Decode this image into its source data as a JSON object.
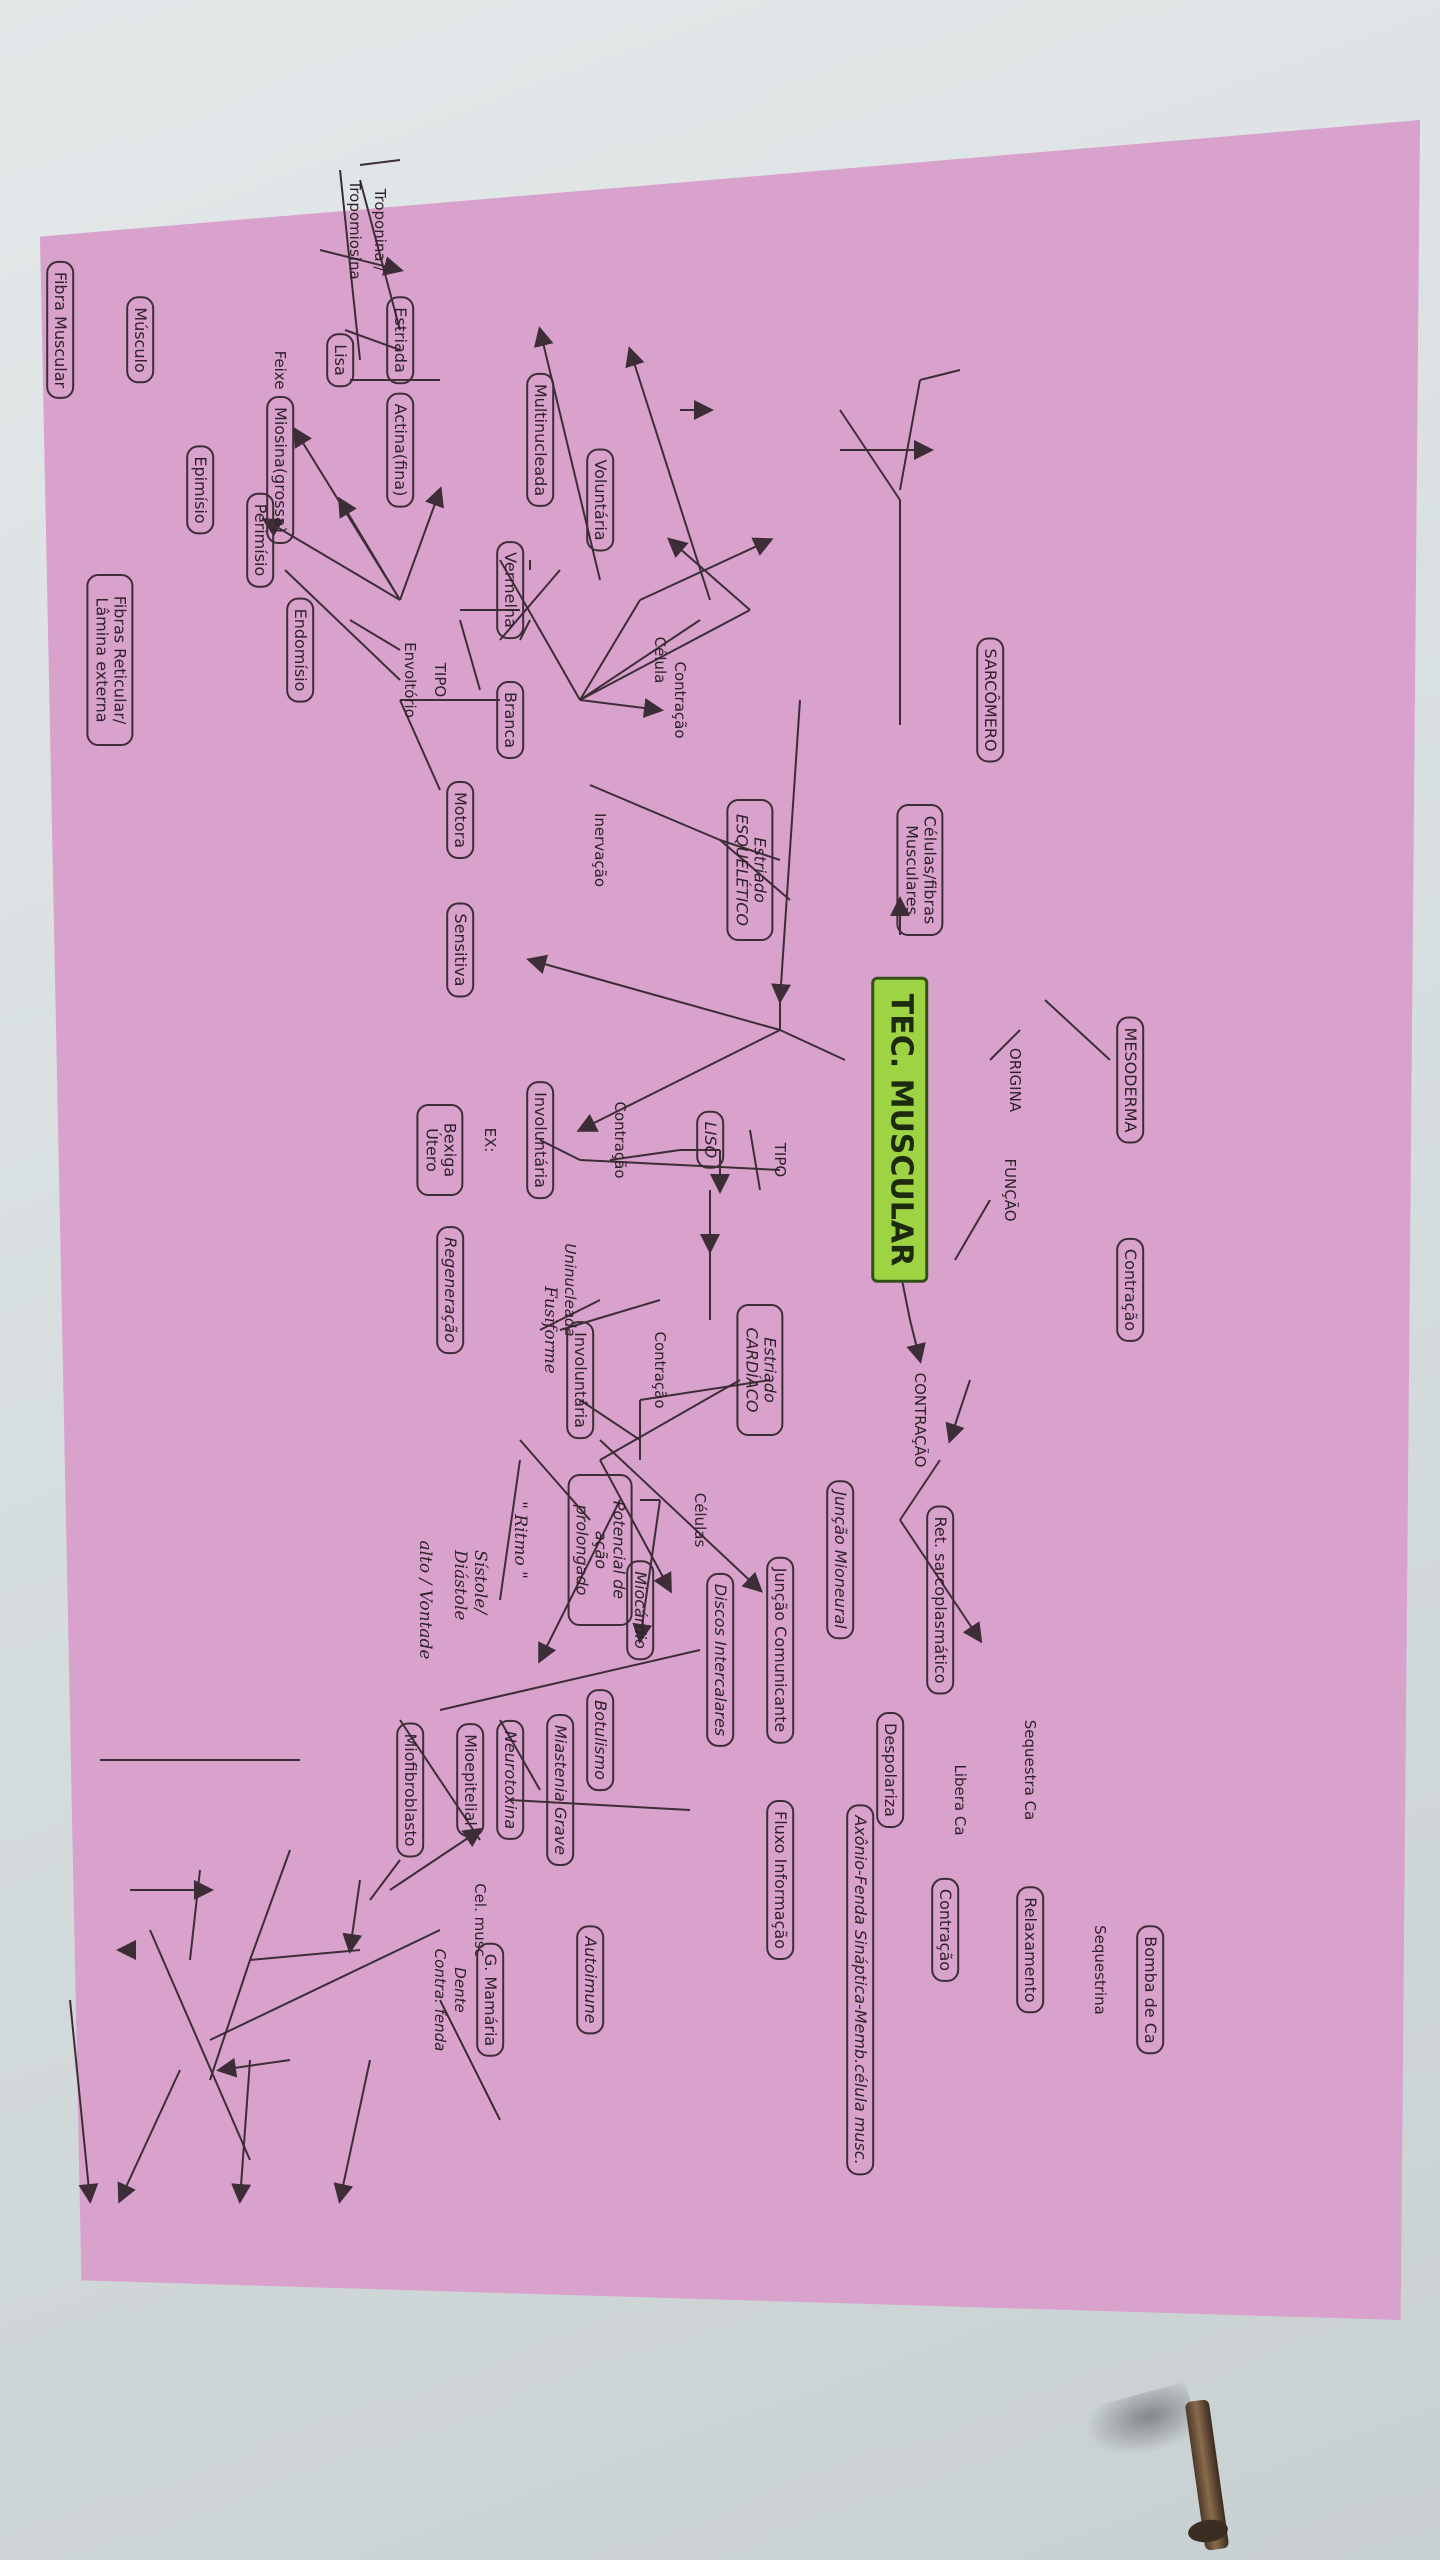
{
  "central": "TEC. MUSCULAR",
  "labels": {
    "origina": "ORIGINA",
    "funcao": "FUNÇÃO",
    "tipo": "TIPO",
    "contracao_caps": "CONTRAÇÃO",
    "contracao": "Contração",
    "contracao_esq": "Contração",
    "celula": "Célula",
    "envoltorio": "Envoltório",
    "feixe": "Feixe",
    "inervacao": "Inervação",
    "tipo_fibra": "TIPO",
    "troponina": "Troponina /",
    "tropomiosina": "Tropomiosina",
    "ex": "EX:",
    "uninucleada": "Uninucleada",
    "fusiforme": "Fusiforme",
    "contracao_card": "Contração",
    "celulas": "Células",
    "cel_musc": "Cel. musc",
    "sequestra_ca": "Sequestra Ca",
    "sequestrina": "Sequestrina",
    "libera_ca": "Libera Ca",
    "dente": "Dente",
    "contra_fenda": "Contra. fenda",
    "hand_ritmo": "\" Ritmo \"",
    "hand_sistole": "Sístole/ Diástole",
    "hand_alto": "alto / Vontade"
  },
  "nodes": {
    "mesoderma": "MESODERMA",
    "contracao_func": "Contração",
    "celulas_fibras": "Células/fibras Musculares",
    "sarcomero": "SARCÔMERO",
    "estriado_esq": "Estriado ESQUELÉTICO",
    "voluntaria": "Voluntária",
    "multinucleada": "Multinucleada",
    "motora": "Motora",
    "sensitiva": "Sensitiva",
    "endomisio": "Endomísio",
    "perimisio": "Perimísio",
    "epimisio": "Epimísio",
    "musculo": "Músculo",
    "fibra_muscular": "Fibra Muscular",
    "fibras_reticulares": "Fibras Reticular/ Lâmina externa",
    "estriada": "Estriada",
    "lisa": "Lisa",
    "actina": "Actina(fina)",
    "miosina": "Miosina(grossa)",
    "vermelha": "Vermelha",
    "branca": "Branca",
    "liso": "LISO",
    "involuntaria_liso": "Involuntária",
    "bexiga_utero": "Bexiga Útero",
    "regeneracao": "Regeneração",
    "estriado_card": "Estriado CARDÍACO",
    "involuntaria_card": "Involuntária",
    "potencial": "Potencial de ação prolongado",
    "juncao_comunicante": "Junção Comunicante",
    "discos": "Discos Intercalares",
    "miocardio": "Miocárdio",
    "fluxo": "Fluxo Informação",
    "ret_sarco": "Ret. sarcoplasmático",
    "juncao_mioneural": "Junção Mioneural",
    "axonio": "Axônio-Fenda Sináptica-Memb.célula musc.",
    "relaxamento": "Relaxamento",
    "despolariza": "Despolariza",
    "contracao_ca": "Contração",
    "bomba_ca": "Bomba de Ca",
    "botulismo": "Botulismo",
    "miastenia": "Miastenia Grave",
    "neurotoxina": "Neurotoxina",
    "mioepitelial": "Mioepitelial",
    "miofibroblasto": "Miofibroblasto",
    "autoimune": "Autoimune",
    "g_mamaria": "G. Mamária"
  },
  "colors": {
    "poster": "#d9a2cc",
    "wall": "#d5dcde",
    "central_fill": "#9ed444",
    "ink": "#3d2d37"
  }
}
